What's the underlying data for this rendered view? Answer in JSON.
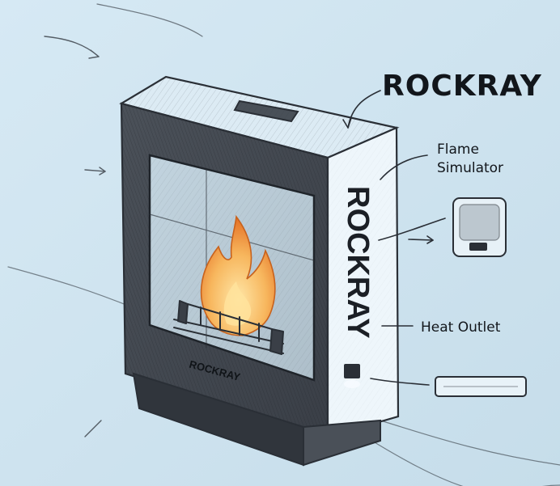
{
  "colors": {
    "paper": "#cfe3ef",
    "pencil": "#2a2f36",
    "box_dark": "#3a3f47",
    "box_mid": "#8c9aa6",
    "side_light": "#eef6fb",
    "flame_orange": "#f29a3a",
    "flame_yellow": "#ffd27a"
  },
  "sketch": {
    "title": "ROCKRAY",
    "side_brand": "ROCKRAY",
    "front_brand": "ROCKRAY"
  },
  "annotations": {
    "flame_simulator_line1": "Flame",
    "flame_simulator_line2": "Simulator",
    "heat_outlet": "Heat Outlet"
  },
  "icons": {
    "flame_module": "flame-simulator-module-icon",
    "heat_outlet": "heat-outlet-bar-icon"
  }
}
